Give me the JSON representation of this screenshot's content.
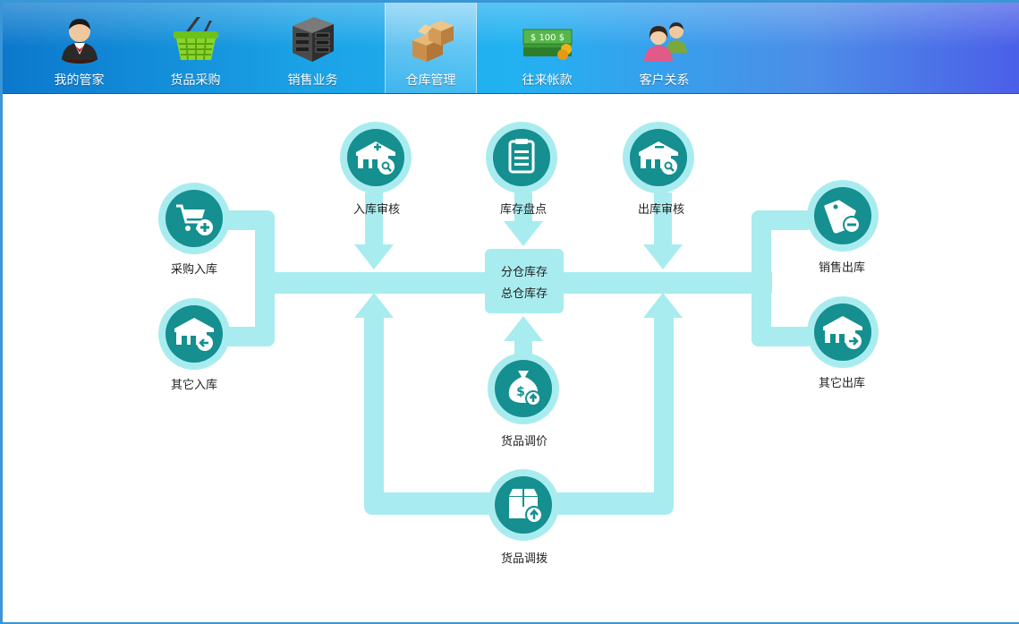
{
  "nav": {
    "items": [
      {
        "label": "我的管家",
        "icon": "butler-icon"
      },
      {
        "label": "货品采购",
        "icon": "shopping-basket-icon"
      },
      {
        "label": "销售业务",
        "icon": "server-cabinet-icon"
      },
      {
        "label": "仓库管理",
        "icon": "boxes-icon",
        "active": true
      },
      {
        "label": "往来帐款",
        "icon": "money-stack-icon",
        "money_text": "$ 100 $"
      },
      {
        "label": "客户关系",
        "icon": "customers-icon"
      }
    ]
  },
  "flow": {
    "purchase_in": "采购入库",
    "other_in": "其它入库",
    "in_audit": "入库审核",
    "stocktaking": "库存盘点",
    "out_audit": "出库审核",
    "sales_out": "销售出库",
    "other_out": "其它出库",
    "center_line1": "分仓库存",
    "center_line2": "总仓库存",
    "price_adjust": "货品调价",
    "transfer": "货品调拨"
  },
  "colors": {
    "pipe": "#a9ecef",
    "node_outer": "#a9ecef",
    "node_inner": "#158f8f",
    "nav_active": "#6fc7f0"
  }
}
